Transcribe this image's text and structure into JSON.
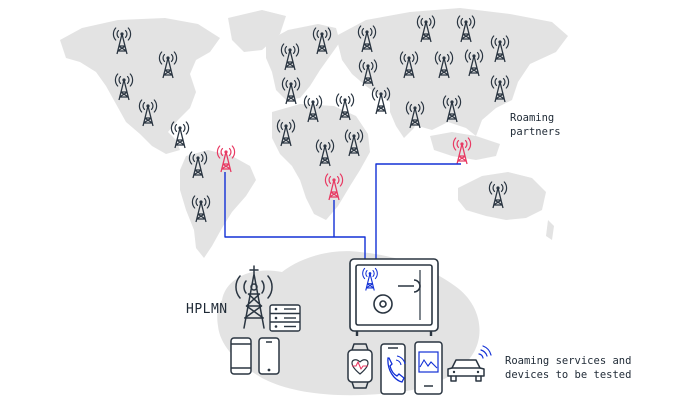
{
  "labels": {
    "roaming_partners_line1": "Roaming",
    "roaming_partners_line2": "partners",
    "hplmn": "HPLMN",
    "services_line1": "Roaming services and",
    "services_line2": "devices to be tested"
  },
  "colors": {
    "continent": "#e3e3e3",
    "tower_default": "#2a3541",
    "tower_active": "#e83a63",
    "link": "#1230d6",
    "safe_tower": "#1230d6"
  },
  "icons": {
    "tower": "radio-tower-icon",
    "safe": "safe-vault-icon",
    "server": "server-rack-icon",
    "smartphone": "smartphone-icon",
    "smartwatch": "smartwatch-heart-icon",
    "phone_call": "phone-call-icon",
    "tablet": "tablet-icon",
    "car": "connected-car-icon"
  }
}
